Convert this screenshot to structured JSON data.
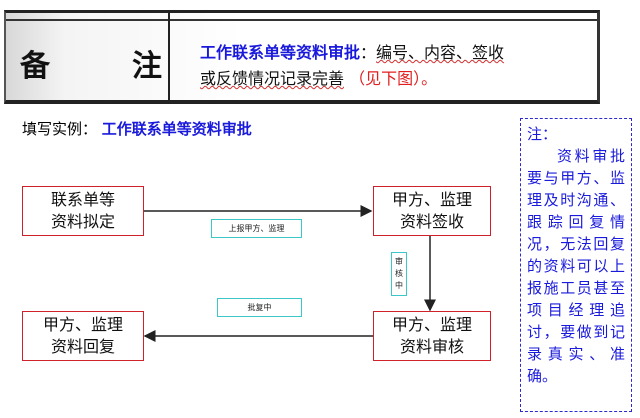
{
  "remarks_table": {
    "label_left": "备",
    "label_right": "注",
    "highlight": "工作联系单等资料审批",
    "sep": "：",
    "text1": "编号、内容、签收",
    "text2": "或反馈情况记录完善",
    "ref": "（见下图）",
    "end": "。"
  },
  "example": {
    "prefix": "填写实例：",
    "title": "工作联系单等资料审批"
  },
  "flow": {
    "box1": [
      "联系单等",
      "资料拟定"
    ],
    "box2": [
      "甲方、监理",
      "资料签收"
    ],
    "box3": [
      "甲方、监理",
      "资料审核"
    ],
    "box4": [
      "甲方、监理",
      "资料回复"
    ],
    "label_report": "上报甲方、监理",
    "label_review": [
      "审",
      "核",
      "中"
    ],
    "label_reply": "批复中"
  },
  "note": {
    "title": "注：",
    "body": "资料审批要与甲方、监理及时沟通、跟踪回复情况，无法回复的资料可以上报施工员甚至项目经理追讨，要做到记录真实、准确。"
  }
}
